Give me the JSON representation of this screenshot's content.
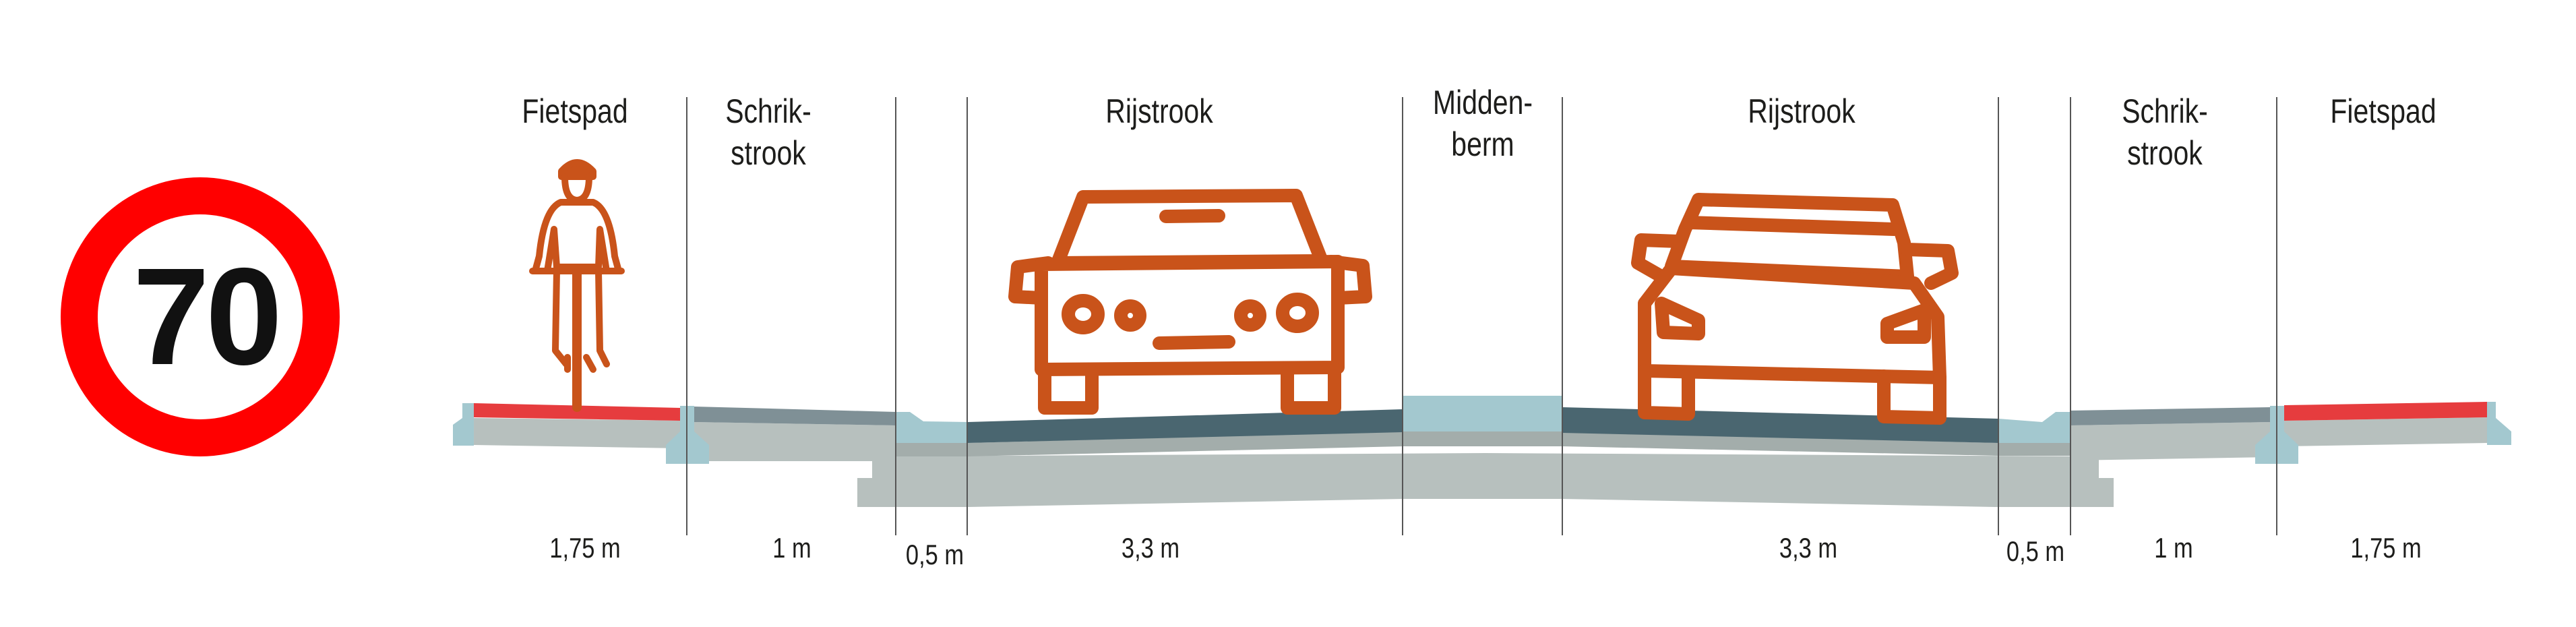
{
  "speed_sign": {
    "value": "70",
    "ring_color": "#ff0000"
  },
  "sections": [
    {
      "name": "fietspad-left",
      "label_lines": [
        "Fietspad"
      ],
      "width": "1,75 m"
    },
    {
      "name": "schrikstrook-left",
      "label_lines": [
        "Schrik-",
        "strook"
      ],
      "width": "1 m"
    },
    {
      "name": "gutter-left",
      "label_lines": [],
      "width": "0,5 m"
    },
    {
      "name": "rijstrook-left",
      "label_lines": [
        "Rijstrook"
      ],
      "width": "3,3 m"
    },
    {
      "name": "middenberm",
      "label_lines": [
        "Midden-",
        "berm"
      ],
      "width": ""
    },
    {
      "name": "rijstrook-right",
      "label_lines": [
        "Rijstrook"
      ],
      "width": "3,3 m"
    },
    {
      "name": "gutter-right",
      "label_lines": [],
      "width": "0,5 m"
    },
    {
      "name": "schrikstrook-right",
      "label_lines": [
        "Schrik-",
        "strook"
      ],
      "width": "1 m"
    },
    {
      "name": "fietspad-right",
      "label_lines": [
        "Fietspad"
      ],
      "width": "1,75 m"
    }
  ],
  "colors": {
    "icon": "#c9531a",
    "bike_lane": "#e63c3e",
    "road": "#4a6670",
    "buffer": "#7f9096",
    "curb": "#a3c8cf",
    "base": "#b7c0be",
    "base_dark": "#a3adab"
  },
  "icons": [
    "cyclist-icon",
    "car-front-icon",
    "car-front-angled-icon"
  ]
}
